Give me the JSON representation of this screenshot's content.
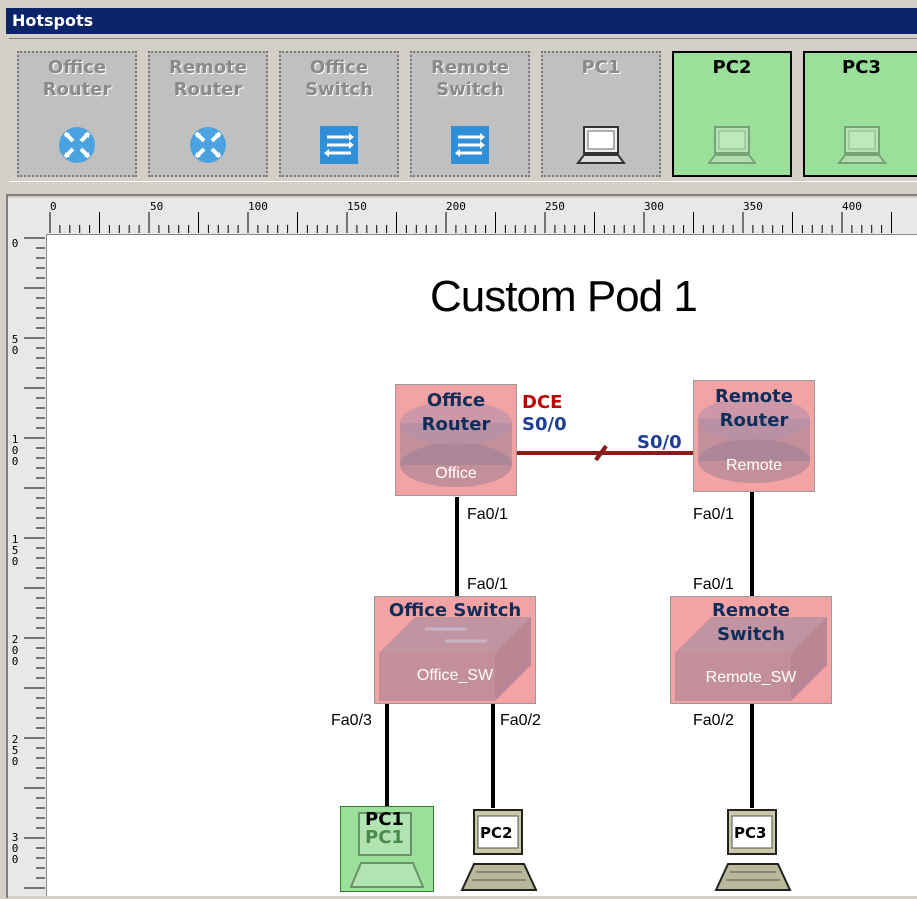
{
  "window": {
    "title": "Hotspots"
  },
  "hotspots": [
    {
      "label": "Office\nRouter",
      "icon": "router-icon",
      "enabled": false
    },
    {
      "label": "Remote\nRouter",
      "icon": "router-icon",
      "enabled": false
    },
    {
      "label": "Office\nSwitch",
      "icon": "switch-icon",
      "enabled": false
    },
    {
      "label": "Remote\nSwitch",
      "icon": "switch-icon",
      "enabled": false
    },
    {
      "label": "PC1",
      "icon": "pc-icon",
      "enabled": false
    },
    {
      "label": "PC2",
      "icon": "pc-icon",
      "enabled": true
    },
    {
      "label": "PC3",
      "icon": "pc-icon",
      "enabled": true
    }
  ],
  "ruler": {
    "h_labels": [
      "0",
      "50",
      "100",
      "150",
      "200",
      "250",
      "300",
      "350",
      "400"
    ],
    "v_labels": [
      "0",
      "50",
      "100",
      "150",
      "200",
      "250",
      "300"
    ]
  },
  "diagram": {
    "title": "Custom Pod 1",
    "office_router": {
      "name": "Office\nRouter",
      "hostname": "Office"
    },
    "remote_router": {
      "name": "Remote\nRouter",
      "hostname": "Remote"
    },
    "office_switch": {
      "name": "Office Switch",
      "hostname": "Office_SW"
    },
    "remote_switch": {
      "name": "Remote\nSwitch",
      "hostname": "Remote_SW"
    },
    "link_dce": "DCE",
    "office_serial": "S0/0",
    "remote_serial": "S0/0",
    "ports": {
      "or_fa01": "Fa0/1",
      "rr_fa01": "Fa0/1",
      "os_fa01": "Fa0/1",
      "rs_fa01": "Fa0/1",
      "os_fa03": "Fa0/3",
      "os_fa02": "Fa0/2",
      "rs_fa02": "Fa0/2"
    },
    "pcs": [
      {
        "label": "PC1",
        "sublabel": "PC1"
      },
      {
        "label": "PC2"
      },
      {
        "label": "PC3"
      }
    ]
  },
  "colors": {
    "titlebar": "#0a246a",
    "device_fill": "#f3a3a3",
    "enabled_hotspot": "#9ae09a",
    "serial_link": "#8b1a1a",
    "dce_red": "#c00000",
    "serial_blue": "#1d3e94"
  }
}
